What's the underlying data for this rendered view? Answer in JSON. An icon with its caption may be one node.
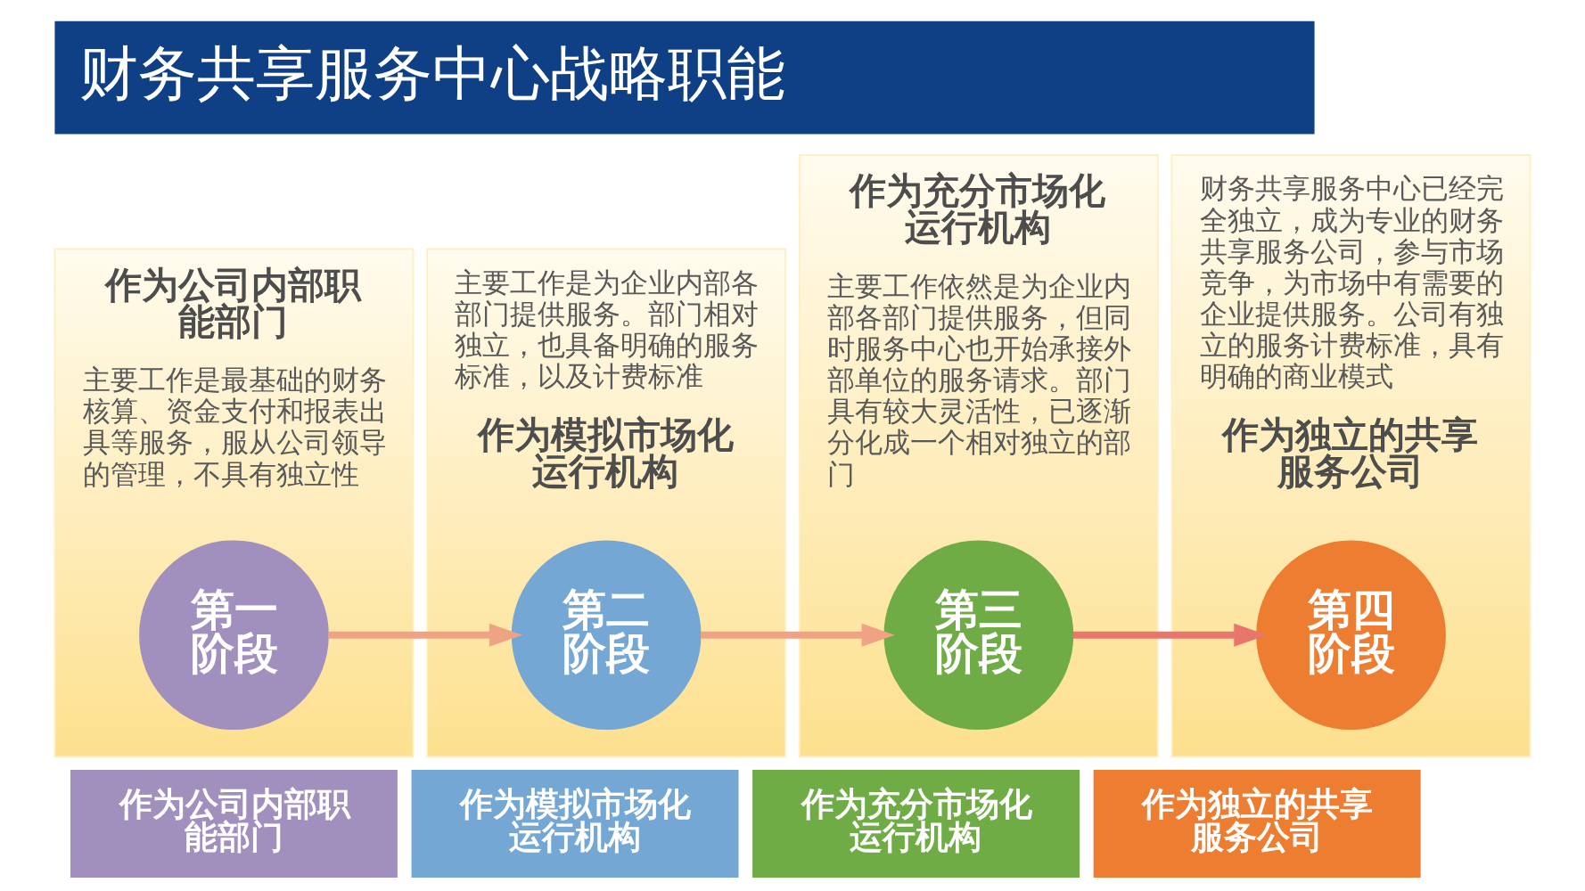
{
  "diagram": {
    "title": "财务共享服务中心战略职能",
    "nodes": [
      {
        "text": [
          "作为公司内部职能部门",
          "主要工作是最基础的财务核算、资金支付和报表出具等服务，服从公司领导的管理，不具有独立性"
        ]
      },
      {
        "text": [
          "第一阶段"
        ],
        "in": 0
      },
      {
        "text": [
          "主要工作是为企业内部各部门提供服务。部门相对独立，也具备明确的服务标准，以及计费标准",
          "作为模拟市场化运行机构"
        ]
      },
      {
        "text": [
          "第二阶段"
        ],
        "in": 2
      },
      {
        "text": [
          "作为充分市场化运行机构",
          "主要工作依然是为企业内部各部门提供服务，但同时服务中心也开始承接外部单位的服务请求。部门具有较大灵活性，已逐渐分化成一个相对独立的部门"
        ]
      },
      {
        "text": [
          "第三阶段"
        ],
        "in": 4
      },
      {
        "text": [
          "财务共享服务中心已经完全独立，成为专业的财务共享服务公司，参与市场竞争，为市场中有需要的企业提供服务。公司有独立的服务计费标准，具有明确的商业模式",
          "作为独立的共享服务公司"
        ]
      },
      {
        "text": [
          "第四阶段"
        ],
        "in": 6
      },
      {
        "text": [
          "作为公司内部职能部门"
        ]
      },
      {
        "text": [
          "作为模拟市场化运行机构"
        ]
      },
      {
        "text": [
          "作为充分市场化运行机构"
        ]
      },
      {
        "text": [
          "作为独立的共享服务公司"
        ]
      }
    ],
    "edges": [
      {
        "from": 1,
        "to": 3,
        "arrow": "to"
      },
      {
        "from": 3,
        "to": 5,
        "arrow": "to"
      },
      {
        "from": 5,
        "to": 7,
        "arrow": "to",
        "color": "#e9766c"
      }
    ]
  }
}
